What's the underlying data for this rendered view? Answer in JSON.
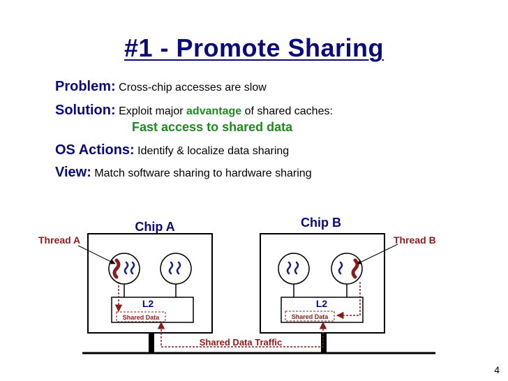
{
  "title": "#1 - Promote Sharing",
  "problem": {
    "label": "Problem:",
    "text": "Cross-chip accesses are slow"
  },
  "solution": {
    "label": "Solution:",
    "text_before": "Exploit major",
    "emphasis": "advantage",
    "text_after": "of shared caches:",
    "highlight": "Fast access to shared data"
  },
  "os_actions": {
    "label": "OS Actions:",
    "text": "Identify & localize data sharing"
  },
  "view": {
    "label": "View:",
    "text": "Match software sharing to hardware sharing"
  },
  "diagram": {
    "chip_a": "Chip A",
    "chip_b": "Chip B",
    "thread_a": "Thread A",
    "thread_b": "Thread B",
    "l2_a": "L2",
    "l2_b": "L2",
    "shared_data_a": "Shared Data",
    "shared_data_b": "Shared Data",
    "traffic": "Shared Data Traffic"
  },
  "page_number": "4",
  "colors": {
    "title": "#0a0a7a",
    "accent_green": "#1f8a1f",
    "thread_red": "#8b1a1a",
    "thread_blue": "#1a237e"
  }
}
